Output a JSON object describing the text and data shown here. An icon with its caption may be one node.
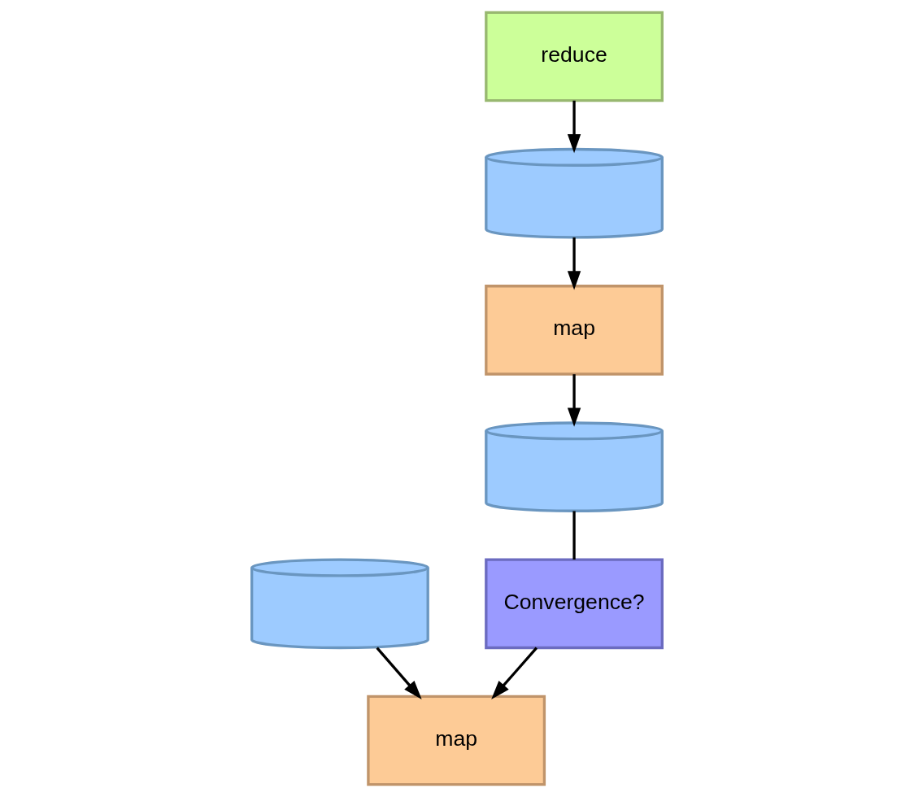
{
  "diagram": {
    "nodes": [
      {
        "text": [],
        "shape": "cylinder"
      },
      {
        "text": [
          "map"
        ]
      },
      {
        "text": [
          "map"
        ]
      },
      {
        "text": [
          "reduce"
        ]
      },
      {
        "text": [
          "Convergence?"
        ]
      },
      {
        "text": [],
        "shape": "cylinder"
      },
      {
        "text": [],
        "shape": "cylinder"
      }
    ],
    "edges": [
      {
        "from": 0,
        "to": 1,
        "arrow": "to"
      },
      {
        "from": 4,
        "to": 1,
        "arrow": "to"
      },
      {
        "from": 3,
        "to": 5,
        "arrow": "to"
      },
      {
        "from": 5,
        "to": 2,
        "arrow": "to"
      },
      {
        "from": 2,
        "to": 6,
        "arrow": "to"
      },
      {
        "from": 6,
        "to": 4,
        "arrow": "none"
      }
    ]
  }
}
